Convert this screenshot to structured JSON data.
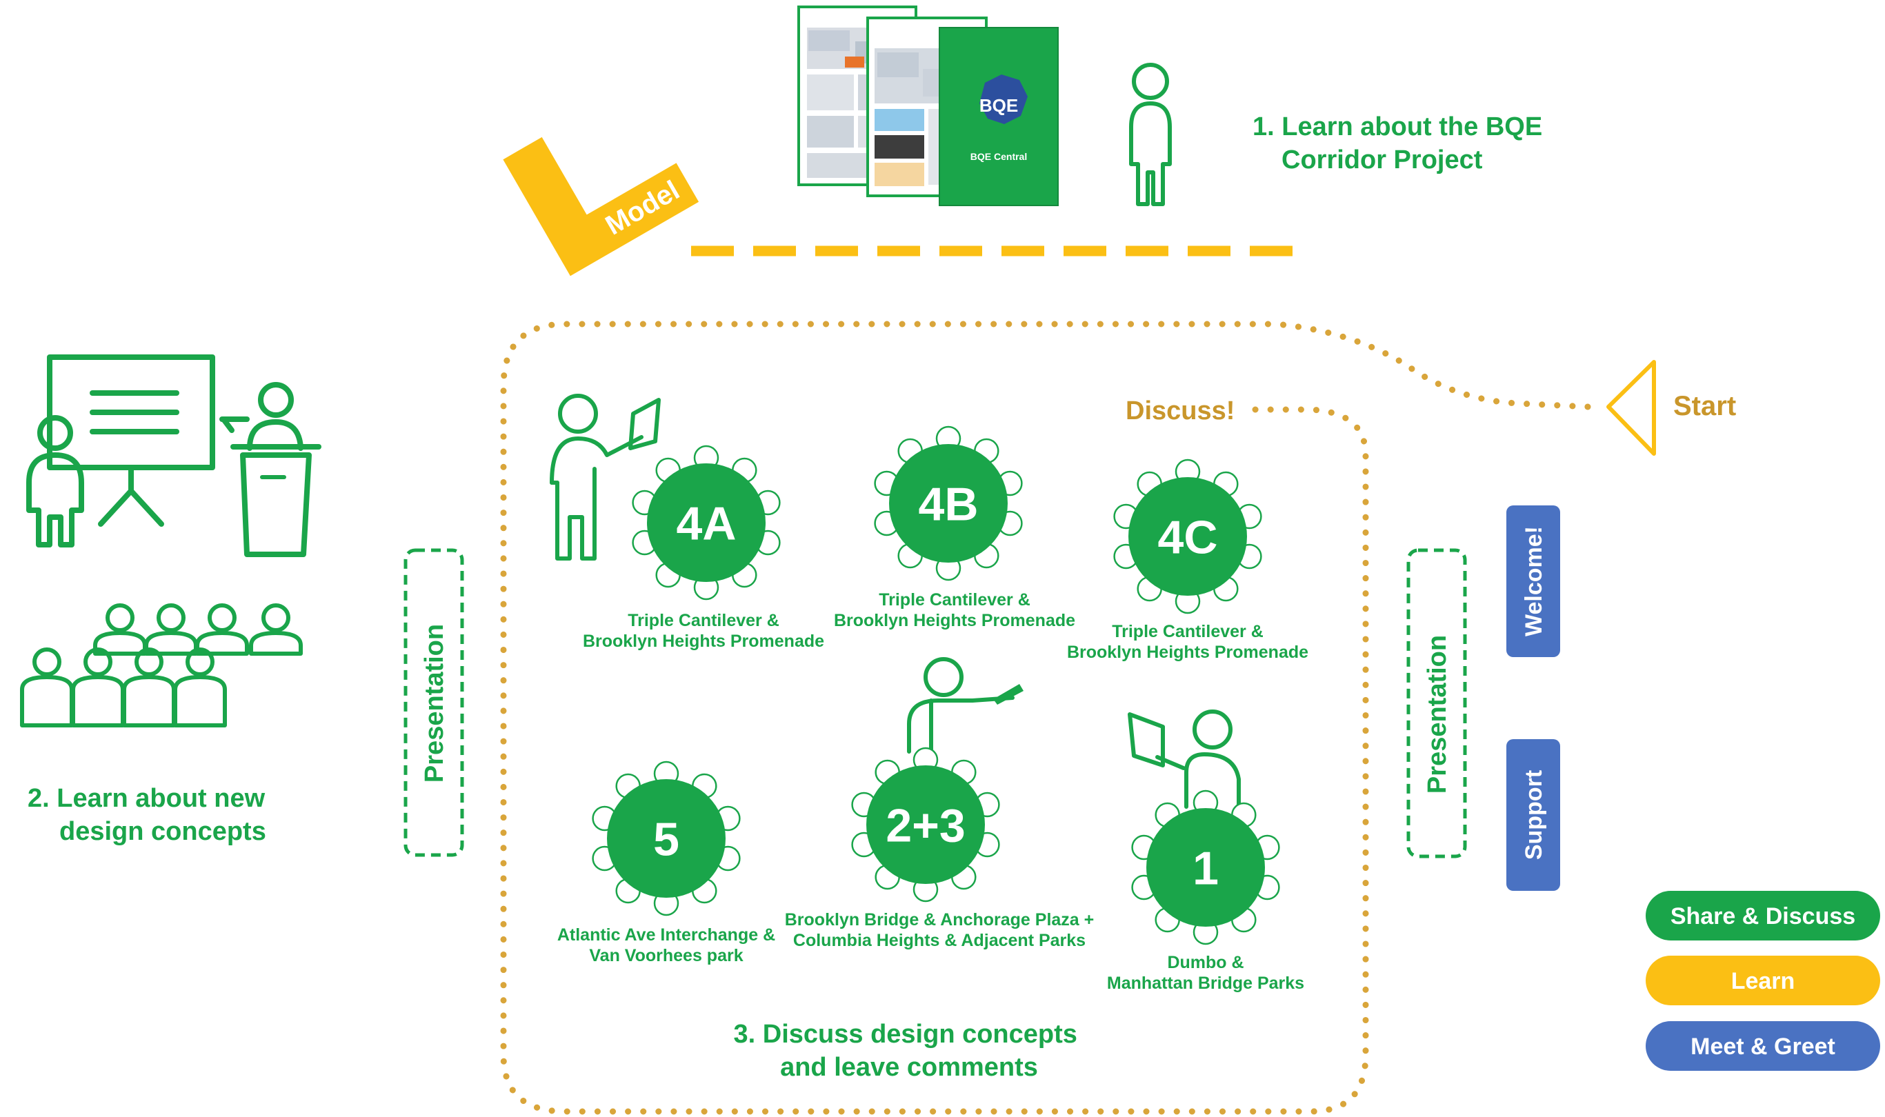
{
  "colors": {
    "green": "#1aa54a",
    "yellow": "#fbbf14",
    "gold": "#d9a53a",
    "goldText": "#c9962b",
    "blue": "#4a72c2",
    "white": "#ffffff"
  },
  "steps": {
    "step1": [
      "1. Learn about the BQE",
      "Corridor Project"
    ],
    "step2": [
      "2. Learn about new",
      "design concepts"
    ],
    "step3": [
      "3. Discuss design concepts",
      "and leave comments"
    ]
  },
  "start_label": "Start",
  "discuss_label": "Discuss!",
  "model_label": "Model",
  "presentation_left": "Presentation",
  "presentation_right": "Presentation",
  "welcome_label": "Welcome!",
  "support_label": "Support",
  "booklet_title": "BQE",
  "booklet_subtitle": "BQE Central",
  "tables": [
    {
      "id": "4A",
      "caption": [
        "Triple Cantilever &",
        "Brooklyn Heights Promenade"
      ]
    },
    {
      "id": "4B",
      "caption": [
        "Triple Cantilever &",
        "Brooklyn Heights Promenade"
      ]
    },
    {
      "id": "4C",
      "caption": [
        "Triple Cantilever &",
        "Brooklyn Heights Promenade"
      ]
    },
    {
      "id": "5",
      "caption": [
        "Atlantic Ave Interchange &",
        "Van Voorhees park"
      ]
    },
    {
      "id": "2+3",
      "caption": [
        "Brooklyn Bridge & Anchorage Plaza +",
        "Columbia Heights & Adjacent Parks"
      ]
    },
    {
      "id": "1",
      "caption": [
        "Dumbo &",
        "Manhattan Bridge Parks"
      ]
    }
  ],
  "legend": [
    {
      "label": "Share & Discuss",
      "color": "#1aa54a"
    },
    {
      "label": "Learn",
      "color": "#fbbf14"
    },
    {
      "label": "Meet & Greet",
      "color": "#4a72c2"
    }
  ]
}
